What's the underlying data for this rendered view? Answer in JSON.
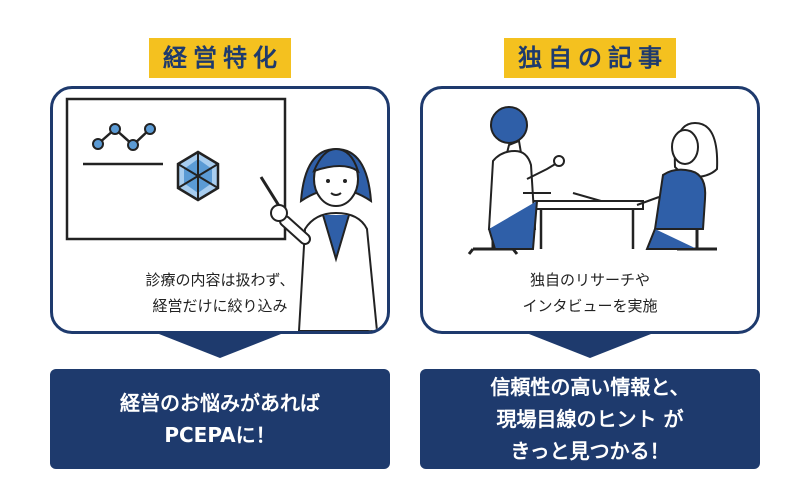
{
  "left": {
    "heading": "経営特化",
    "caption_lines": [
      "診療の内容は扱わず、",
      "経営だけに絞り込み"
    ],
    "callout_lines": [
      "経営のお悩みがあれば",
      "PCEPAに！"
    ]
  },
  "right": {
    "heading": "独自の記事",
    "caption_lines": [
      "独自のリサーチや",
      "インタビューを実施"
    ],
    "callout_lines": [
      "信頼性の高い情報と、",
      "現場目線のヒント が",
      "きっと見つかる！"
    ]
  },
  "colors": {
    "navy": "#1e3a6d",
    "yellow": "#f4c11f",
    "light_blue": "#5b9bd5"
  }
}
